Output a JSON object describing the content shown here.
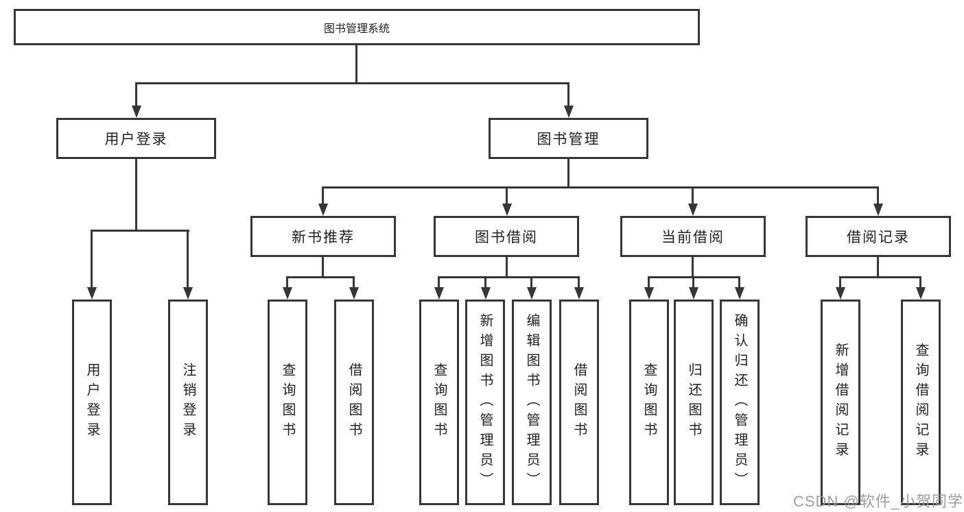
{
  "diagram": {
    "root": {
      "label": "图书管理系统"
    },
    "level2": {
      "user_login": {
        "label": "用户登录"
      },
      "book_mgmt": {
        "label": "图书管理"
      }
    },
    "level3": {
      "new_books": {
        "label": "新书推荐"
      },
      "borrow": {
        "label": "图书借阅"
      },
      "current": {
        "label": "当前借阅"
      },
      "records": {
        "label": "借阅记录"
      }
    },
    "leaves": {
      "user_login": [
        "用户登录",
        "注销登录"
      ],
      "new_books": [
        "查询图书",
        "借阅图书"
      ],
      "borrow": [
        "查询图书",
        "新增图书（管理员）",
        "编辑图书（管理员）",
        "借阅图书"
      ],
      "current": [
        "查询图书",
        "归还图书",
        "确认归还（管理员）"
      ],
      "records": [
        "新增借阅记录",
        "查询借阅记录"
      ]
    }
  },
  "watermark": {
    "text": "CSDN @软件_小贺同学"
  },
  "colors": {
    "line": "#363636",
    "text": "#222222",
    "watermark": "#949494",
    "background": "#ffffff"
  }
}
